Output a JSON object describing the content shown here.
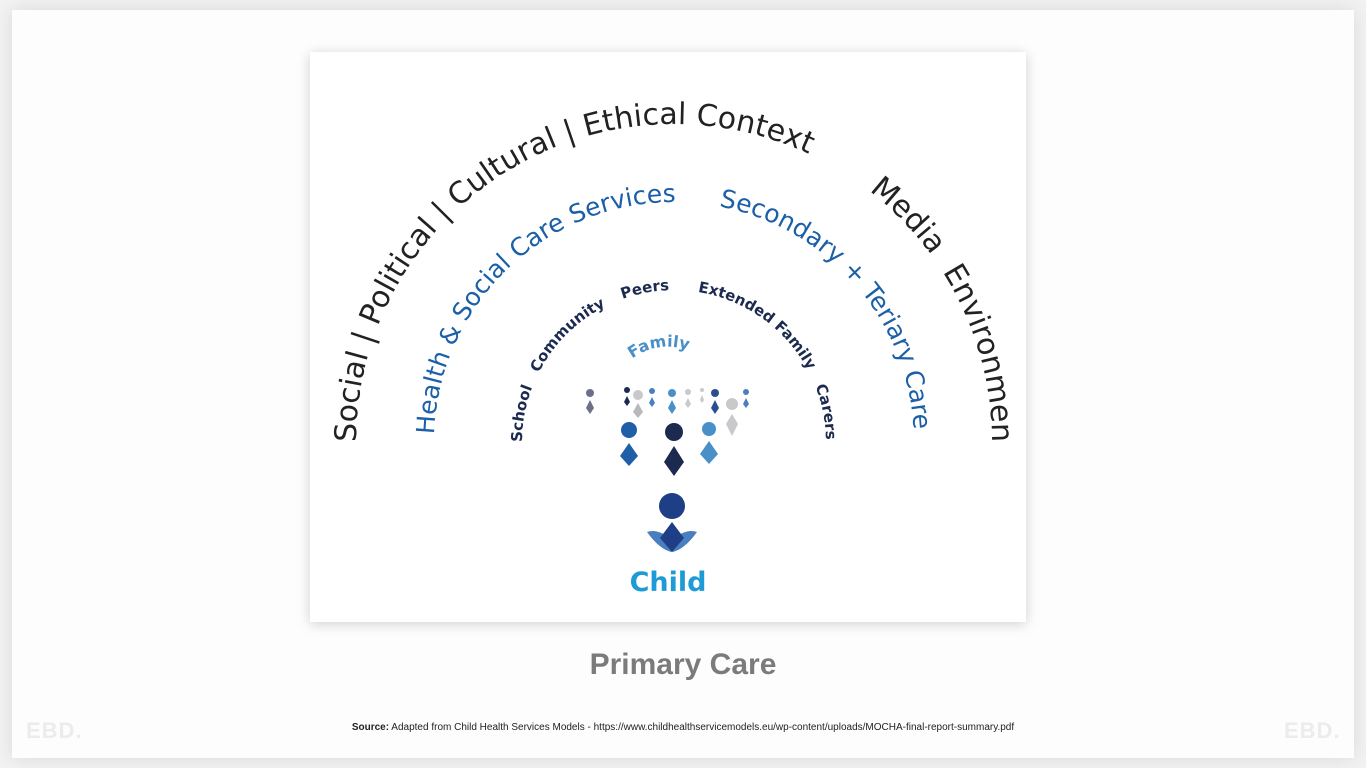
{
  "diagram": {
    "outer_arc_text": "Social | Political | Cultural | Ethical Context",
    "media_text": "Media",
    "environment_text": "Environment",
    "health_services_text": "Health & Social Care Services",
    "secondary_care_text": "Secondary + Teriary Care",
    "inner_labels": [
      "School",
      "Community",
      "Peers",
      "Extended Family",
      "Carers"
    ],
    "family_text": "Family",
    "child_text": "Child"
  },
  "caption": "Primary Care",
  "source": {
    "label": "Source:",
    "text": "Adapted from Child Health Services Models - https://www.childhealthservicemodels.eu/wp-content/uploads/MOCHA-final-report-summary.pdf"
  },
  "watermark": "EBD.",
  "colors": {
    "dark_text": "#222222",
    "blue_text": "#1a5fa8",
    "navy_text": "#1b2a4e",
    "family_blue": "#4a90c8",
    "child_blue": "#1e9ad6",
    "caption_gray": "#7b7b7b"
  }
}
